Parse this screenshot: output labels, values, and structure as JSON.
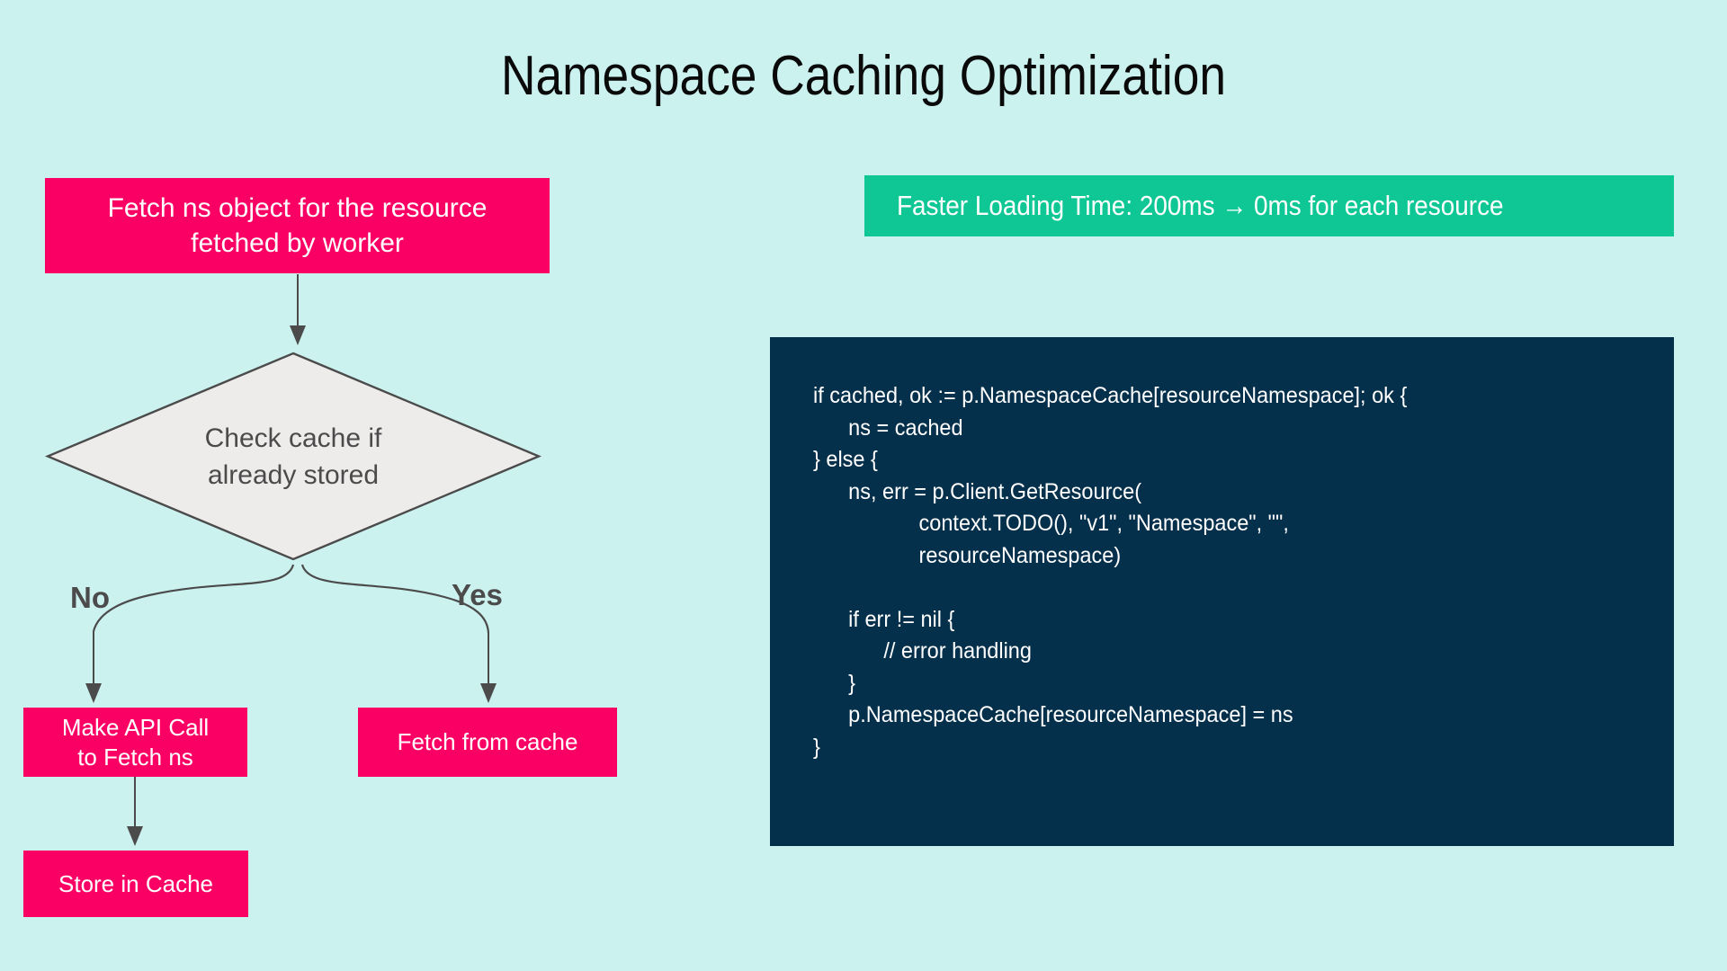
{
  "page": {
    "title": "Namespace Caching Optimization",
    "background_color": "#ccf2f0"
  },
  "colors": {
    "background": "#ccf2f0",
    "node_pink": "#fa0064",
    "banner_green": "#0ec795",
    "code_panel_navy": "#05304c",
    "diamond_fill": "#eeebeb",
    "diamond_stroke": "#4b4b4b",
    "connector_stroke": "#4b4b4b",
    "label_gray": "#4b4b4b",
    "title_black": "#0a0a0a",
    "node_text_white": "#ffffff"
  },
  "flowchart": {
    "nodes": {
      "fetch_ns": {
        "label": "Fetch ns object for the resource\nfetched by worker",
        "shape": "rectangle"
      },
      "check_cache": {
        "label": "Check cache  if\nalready stored",
        "shape": "diamond"
      },
      "make_api_call": {
        "label": "Make API Call\nto Fetch ns",
        "shape": "rectangle"
      },
      "fetch_from_cache": {
        "label": "Fetch from cache",
        "shape": "rectangle"
      },
      "store_in_cache": {
        "label": "Store in Cache",
        "shape": "rectangle"
      }
    },
    "branch_labels": {
      "no": "No",
      "yes": "Yes"
    }
  },
  "banner": {
    "text": "Faster Loading Time: 200ms → 0ms for each resource"
  },
  "code": {
    "language": "go",
    "lines": [
      "if cached, ok := p.NamespaceCache[resourceNamespace]; ok {",
      "      ns = cached",
      "} else {",
      "      ns, err = p.Client.GetResource(",
      "                  context.TODO(), \"v1\", \"Namespace\", \"\",",
      "                  resourceNamespace)",
      "",
      "      if err != nil {",
      "            // error handling",
      "      }",
      "      p.NamespaceCache[resourceNamespace] = ns",
      "}"
    ],
    "text": "if cached, ok := p.NamespaceCache[resourceNamespace]; ok {\n      ns = cached\n} else {\n      ns, err = p.Client.GetResource(\n                  context.TODO(), \"v1\", \"Namespace\", \"\",\n                  resourceNamespace)\n\n      if err != nil {\n            // error handling\n      }\n      p.NamespaceCache[resourceNamespace] = ns\n}"
  }
}
